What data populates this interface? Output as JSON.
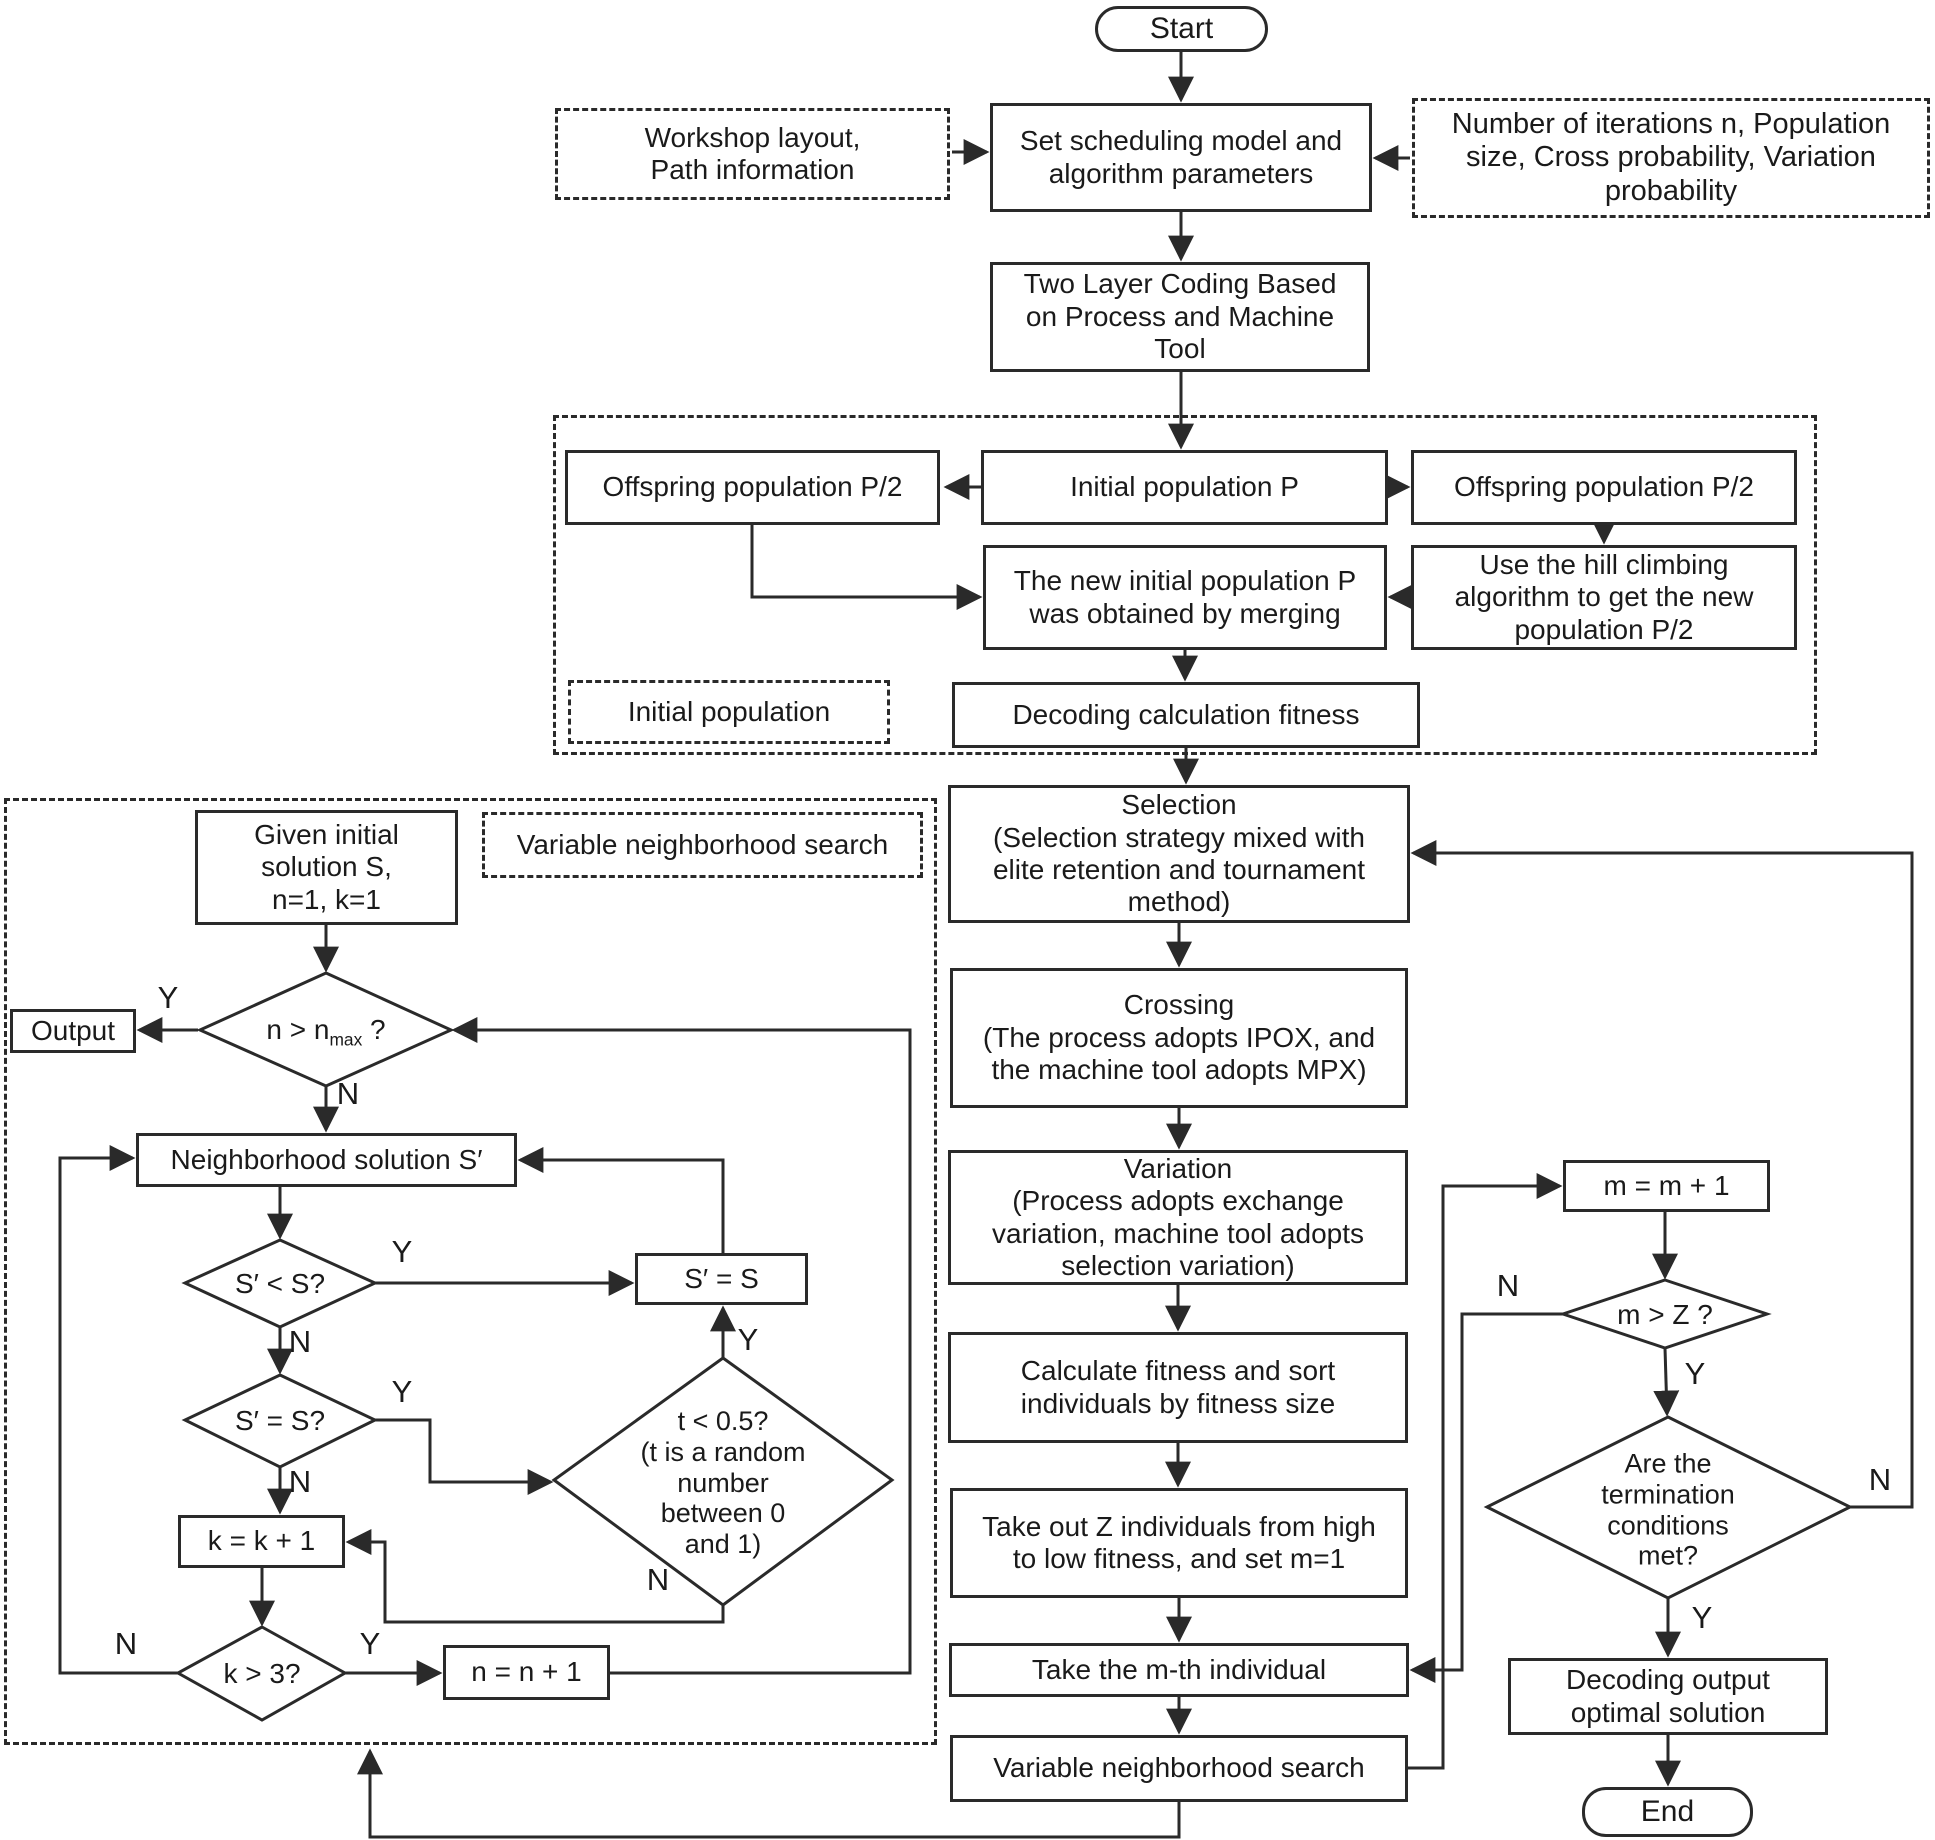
{
  "diagram_title": "Genetic algorithm with variable neighborhood search flowchart",
  "colors": {
    "line": "#2a2a2a",
    "text": "#1a1a1a",
    "background": "#ffffff"
  },
  "branch": {
    "yes": "Y",
    "no": "N"
  },
  "nodes": {
    "start": {
      "label": "Start"
    },
    "workshop": {
      "label": "Workshop layout,\nPath information"
    },
    "set_params": {
      "label": "Set scheduling model and\nalgorithm parameters"
    },
    "num_iter": {
      "label": "Number of  iterations n,  Population\nsize,  Cross probability,  Variation\nprobability"
    },
    "two_layer": {
      "label": "Two Layer Coding Based\non Process and Machine\nTool"
    },
    "offspring_left": {
      "label": "Offspring population P/2"
    },
    "initial_population_p": {
      "label": "Initial population P"
    },
    "offspring_right": {
      "label": "Offspring population P/2"
    },
    "hill_climbing": {
      "label": "Use the hill climbing\nalgorithm to get the new\npopulation P/2"
    },
    "merging": {
      "label": "The new initial population P\nwas obtained by merging"
    },
    "initial_population_label": {
      "label": "Initial population"
    },
    "decoding_fitness": {
      "label": "Decoding calculation fitness"
    },
    "selection": {
      "label": "Selection\n(Selection strategy mixed with\nelite retention and tournament\nmethod)"
    },
    "crossing": {
      "label": "Crossing\n(The process adopts IPOX, and\nthe machine tool adopts MPX)"
    },
    "variation": {
      "label": "Variation\n(Process adopts exchange\nvariation, machine tool adopts\nselection variation)"
    },
    "calc_sort": {
      "label": "Calculate fitness and sort\nindividuals by fitness size"
    },
    "take_z": {
      "label": "Take out Z individuals from high\nto low fitness, and set m=1"
    },
    "take_mth": {
      "label": "Take the m-th individual"
    },
    "vns_box": {
      "label": "Variable neighborhood search"
    },
    "m_inc": {
      "label": "m = m + 1"
    },
    "m_gt_z": {
      "label": "m > Z ?"
    },
    "termination": {
      "label": "Are the\ntermination\nconditions\nmet?"
    },
    "decoding_output": {
      "label": "Decoding output\noptimal solution"
    },
    "end": {
      "label": "End"
    },
    "vns_label": {
      "label": "Variable neighborhood search"
    },
    "given_initial": {
      "label": "Given initial\nsolution S,\nn=1, k=1"
    },
    "output": {
      "label": "Output"
    },
    "n_gt_nmax": {
      "pre": "n > n",
      "sub": "max",
      "post": " ?"
    },
    "neighborhood": {
      "label": "Neighborhood solution S′"
    },
    "s_lt_s": {
      "label": "S′ < S?"
    },
    "s_assign": {
      "label": "S′ = S"
    },
    "s_eq_s": {
      "label": "S′ = S?"
    },
    "t_random": {
      "label": "t < 0.5?\n(t is a random\nnumber\nbetween 0\nand 1)"
    },
    "k_inc": {
      "label": "k = k + 1"
    },
    "k_gt_3": {
      "label": "k > 3?"
    },
    "n_inc": {
      "label": "n = n + 1"
    }
  }
}
